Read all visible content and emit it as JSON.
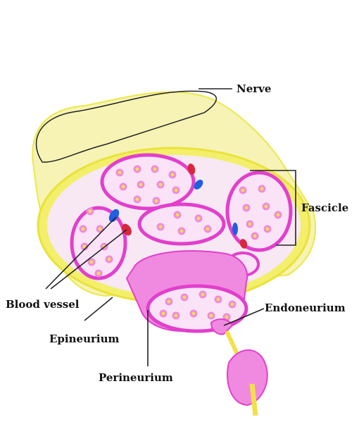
{
  "labels": {
    "nerve": "Nerve",
    "fascicle": "Fascicle",
    "blood_vessel": "Blood vessel",
    "epineurium": "Epineurium",
    "perineurium": "Perineurium",
    "endoneurium": "Endoneurium"
  },
  "colors": {
    "epineurium_fill": "#f6f3b4",
    "epineurium_edge": "#ece84a",
    "cross_section": "#f7e8f4",
    "perineurium": "#e23fcc",
    "perineurium_fill": "#f08ae0",
    "axon_core": "#f2e04a",
    "vessel_red": "#d9263d",
    "vessel_blue": "#1f5fe0",
    "line": "#222222"
  }
}
